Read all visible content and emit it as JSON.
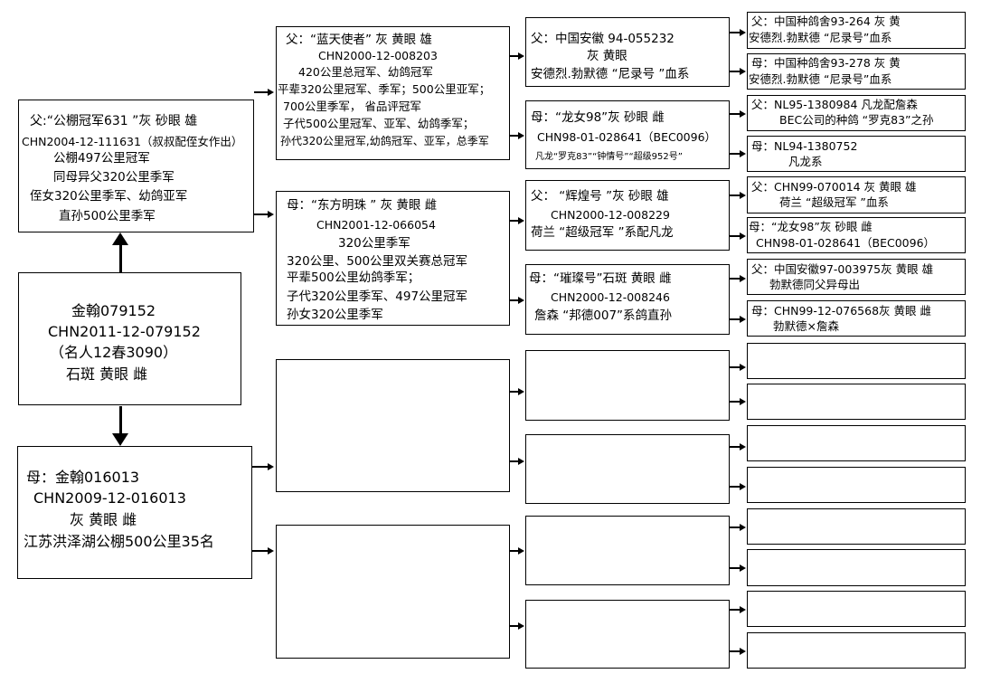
{
  "subject": {
    "lines": [
      "金翰079152",
      "CHN2011-12-079152",
      "（名人12春3090）",
      "石斑  黄眼  雌"
    ]
  },
  "sire": {
    "lines": [
      "父:“公棚冠军631 ”灰  砂眼  雄",
      "CHN2004-12-111631（叔叔配侄女作出）",
      "公棚497公里冠军",
      "同母异父320公里季军",
      "侄女320公里季军、幼鸽亚军",
      "直孙500公里季军"
    ]
  },
  "dam": {
    "lines": [
      "母：金翰016013",
      "CHN2009-12-016013",
      "灰  黄眼  雌",
      "江苏洪泽湖公棚500公里35名"
    ]
  },
  "sire_sire": {
    "lines": [
      "父：“蓝天使者”   灰  黄眼  雄",
      "CHN2000-12-008203",
      "420公里总冠军、幼鸽冠军",
      "平辈320公里冠军、季军；500公里亚军；",
      "700公里季军，  省品评冠军",
      "子代500公里冠军、亚军、幼鸽季军；",
      "孙代320公里冠军,幼鸽冠军、亚军，总季军"
    ]
  },
  "sire_dam": {
    "lines": [
      "母：“东方明珠 ”   灰  黄眼  雌",
      "CHN2001-12-066054",
      "320公里季军",
      "320公里、500公里双关赛总冠军",
      "平辈500公里幼鸽季军；",
      "子代320公里季军、497公里冠军",
      "孙女320公里季军"
    ]
  },
  "g3": {
    "ss_s": {
      "lines": [
        "父：中国安徽  94-055232",
        "灰  黄眼",
        "安德烈.勃默德 “尼录号 ”血系"
      ]
    },
    "ss_d": {
      "lines": [
        "母：“龙女98”灰  砂眼  雌",
        "CHN98-01-028641（BEC0096）",
        "凡龙“罗克83”“钟情号”“超级952号”"
      ]
    },
    "sd_s": {
      "lines": [
        "父：  “辉煌号 ”灰  砂眼  雄",
        "CHN2000-12-008229",
        "荷兰 “超级冠军 ”系配凡龙"
      ]
    },
    "sd_d": {
      "lines": [
        "母：“璀璨号”石斑  黄眼  雌",
        "CHN2000-12-008246",
        "詹森 “邦德007”系鸽直孙"
      ]
    }
  },
  "g4": [
    {
      "lines": [
        "父：中国种鸽舍93-264  灰  黄",
        "安德烈.勃默德 “尼录号”血系"
      ]
    },
    {
      "lines": [
        "母：中国种鸽舍93-278  灰  黄",
        "安德烈.勃默德 “尼录号”血系"
      ]
    },
    {
      "lines": [
        "父：NL95-1380984  凡龙配詹森",
        "BEC公司的种鸽 “罗克83”之孙"
      ]
    },
    {
      "lines": [
        "母：NL94-1380752",
        "凡龙系"
      ]
    },
    {
      "lines": [
        "父：CHN99-070014  灰  黄眼  雄",
        "荷兰 “超级冠军 ”血系"
      ]
    },
    {
      "lines": [
        "母：“龙女98”灰  砂眼  雌",
        "CHN98-01-028641（BEC0096）"
      ]
    },
    {
      "lines": [
        "父：中国安徽97-003975灰  黄眼  雄",
        "勃默德同父异母出"
      ]
    },
    {
      "lines": [
        "母：CHN99-12-076568灰  黄眼  雌",
        "勃默德×詹森"
      ]
    }
  ]
}
